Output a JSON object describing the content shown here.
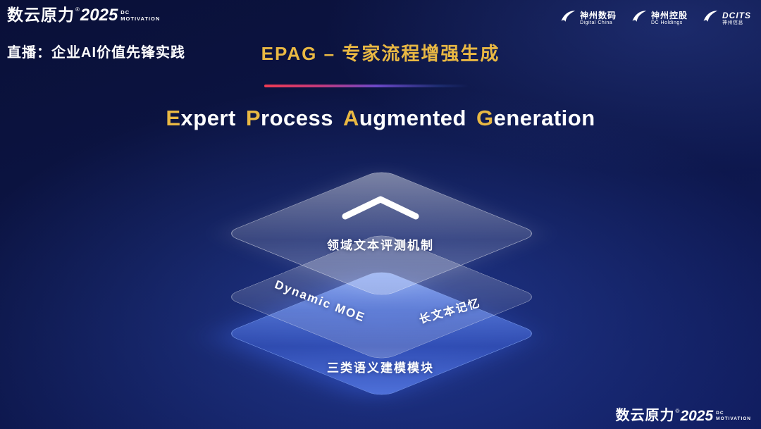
{
  "colors": {
    "background_dark": "#0a1038",
    "background_mid": "#101c5e",
    "gold_accent": "#e9b843",
    "divider_red": "#ef3b52",
    "divider_blue": "#4a64dc",
    "bottom_layer_blue": "#4a6ef0",
    "text_white": "#ffffff"
  },
  "icons": {
    "top_layer": "chevron-up-icon",
    "partner_logo": "swoosh-icon"
  },
  "brand": {
    "name": "数云原力",
    "reg": "®",
    "year": "2025",
    "sub_line1": "DC",
    "sub_line2": "MOTIVATION"
  },
  "header": {
    "live_label": "直播：企业AI价值先锋实践",
    "slide_title": "EPAG – 专家流程增强生成",
    "logos": [
      {
        "line1": "神州数码",
        "line2": "Digital China"
      },
      {
        "line1": "神州控股",
        "line2": "DC Holdings"
      },
      {
        "line1": "DCITS",
        "line2": "神州信息"
      }
    ]
  },
  "hero": {
    "g1": "E",
    "w1": "xpert",
    "g2": "P",
    "w2": "rocess",
    "g3": "A",
    "w3": "ugmented",
    "g4": "G",
    "w4": "eneration"
  },
  "diagram": {
    "top_layer_label": "领域文本评测机制",
    "middle_layer_label_left": "Dynamic  MOE",
    "middle_layer_label_right": "长文本记忆",
    "bottom_layer_label": "三类语义建模模块"
  }
}
